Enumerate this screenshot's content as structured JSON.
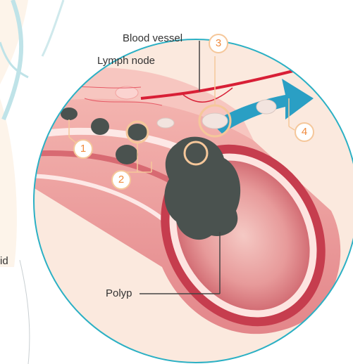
{
  "labels": {
    "blood_vessel": "Blood vessel",
    "lymph_node": "Lymph node",
    "polyp": "Polyp",
    "partial_left": "id"
  },
  "markers": [
    "1",
    "2",
    "3",
    "4"
  ],
  "colors": {
    "ring": "#2bb0c4",
    "marker_outline": "#f5c79a",
    "marker_text": "#f08a3c",
    "bowel_wall": "#f1a7a6",
    "bowel_lumen": "#d9676f",
    "tumor": "#4a524f",
    "spread_arrow": "#2a9fc4",
    "blood_vessel": "#d81f36"
  }
}
